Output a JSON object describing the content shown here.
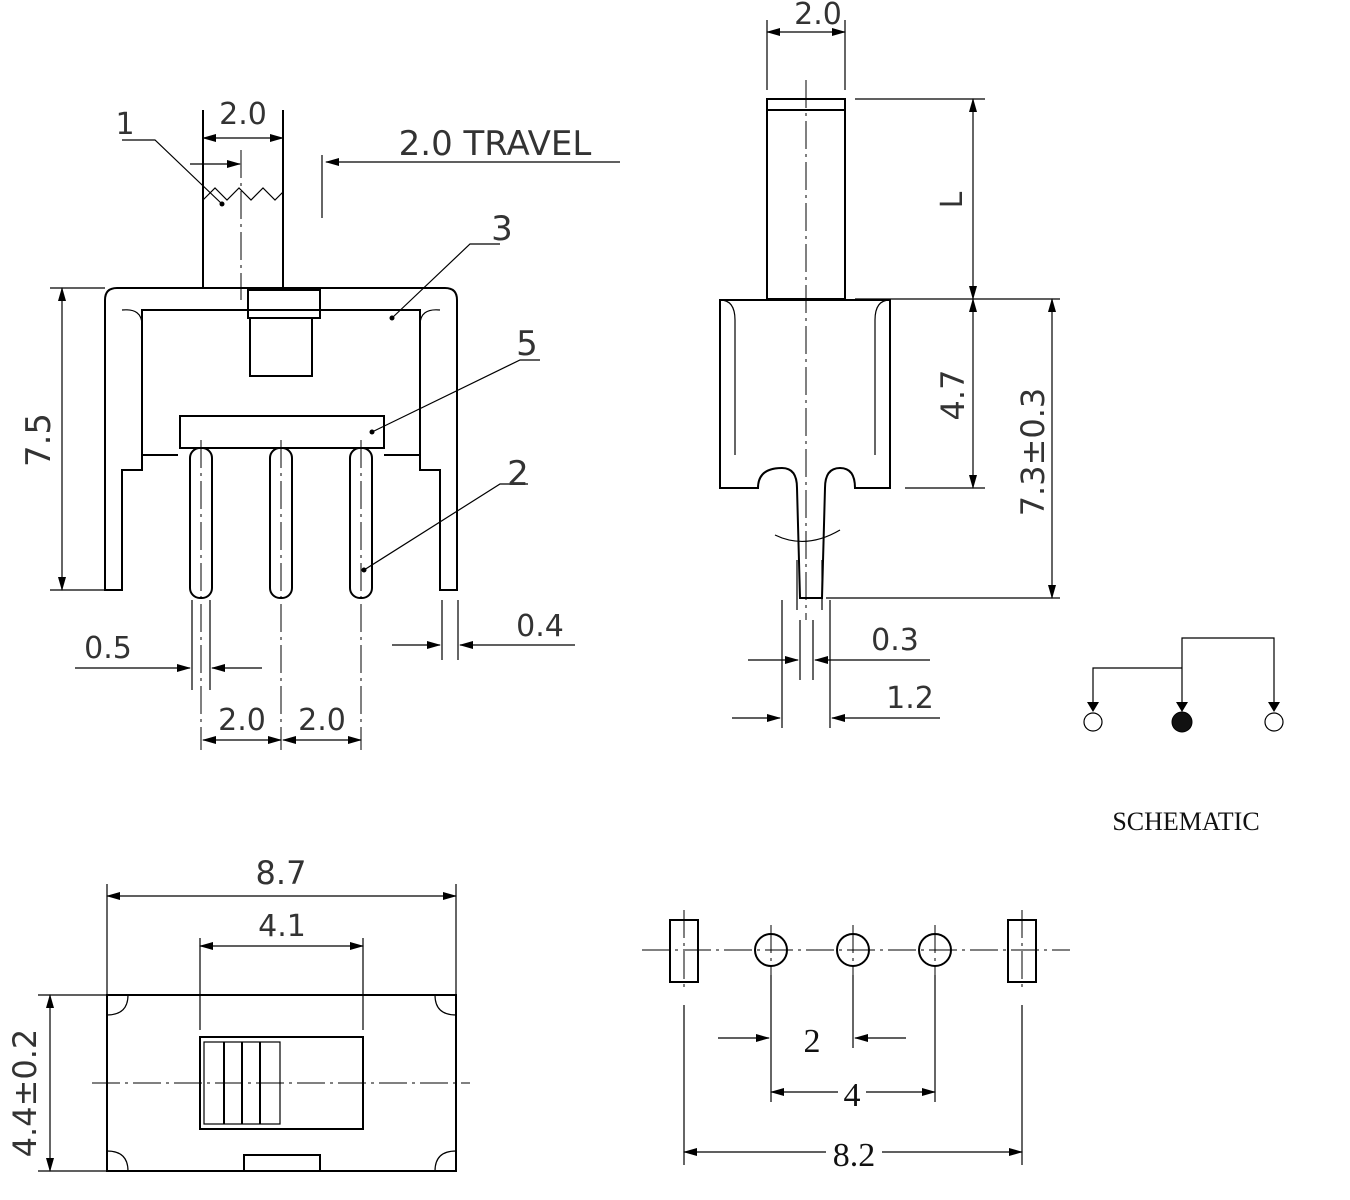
{
  "front_view": {
    "callouts": [
      "1",
      "3",
      "5",
      "2"
    ],
    "actuator_width": "2.0",
    "travel": "2.0 TRAVEL",
    "height": "7.5",
    "pin_width": "0.5",
    "leg_width": "0.4",
    "pitch_left": "2.0",
    "pitch_right": "2.0"
  },
  "side_view": {
    "actuator_width": "2.0",
    "length": "L",
    "body_height": "4.7",
    "total_height": "7.3±0.3",
    "pin_thickness": "0.3",
    "pin_width": "1.2"
  },
  "schematic": {
    "label": "SCHEMATIC"
  },
  "top_view": {
    "length": "8.7",
    "slot": "4.1",
    "width": "4.4±0.2"
  },
  "pcb_layout": {
    "pitch": "2",
    "span": "4",
    "overall": "8.2"
  }
}
